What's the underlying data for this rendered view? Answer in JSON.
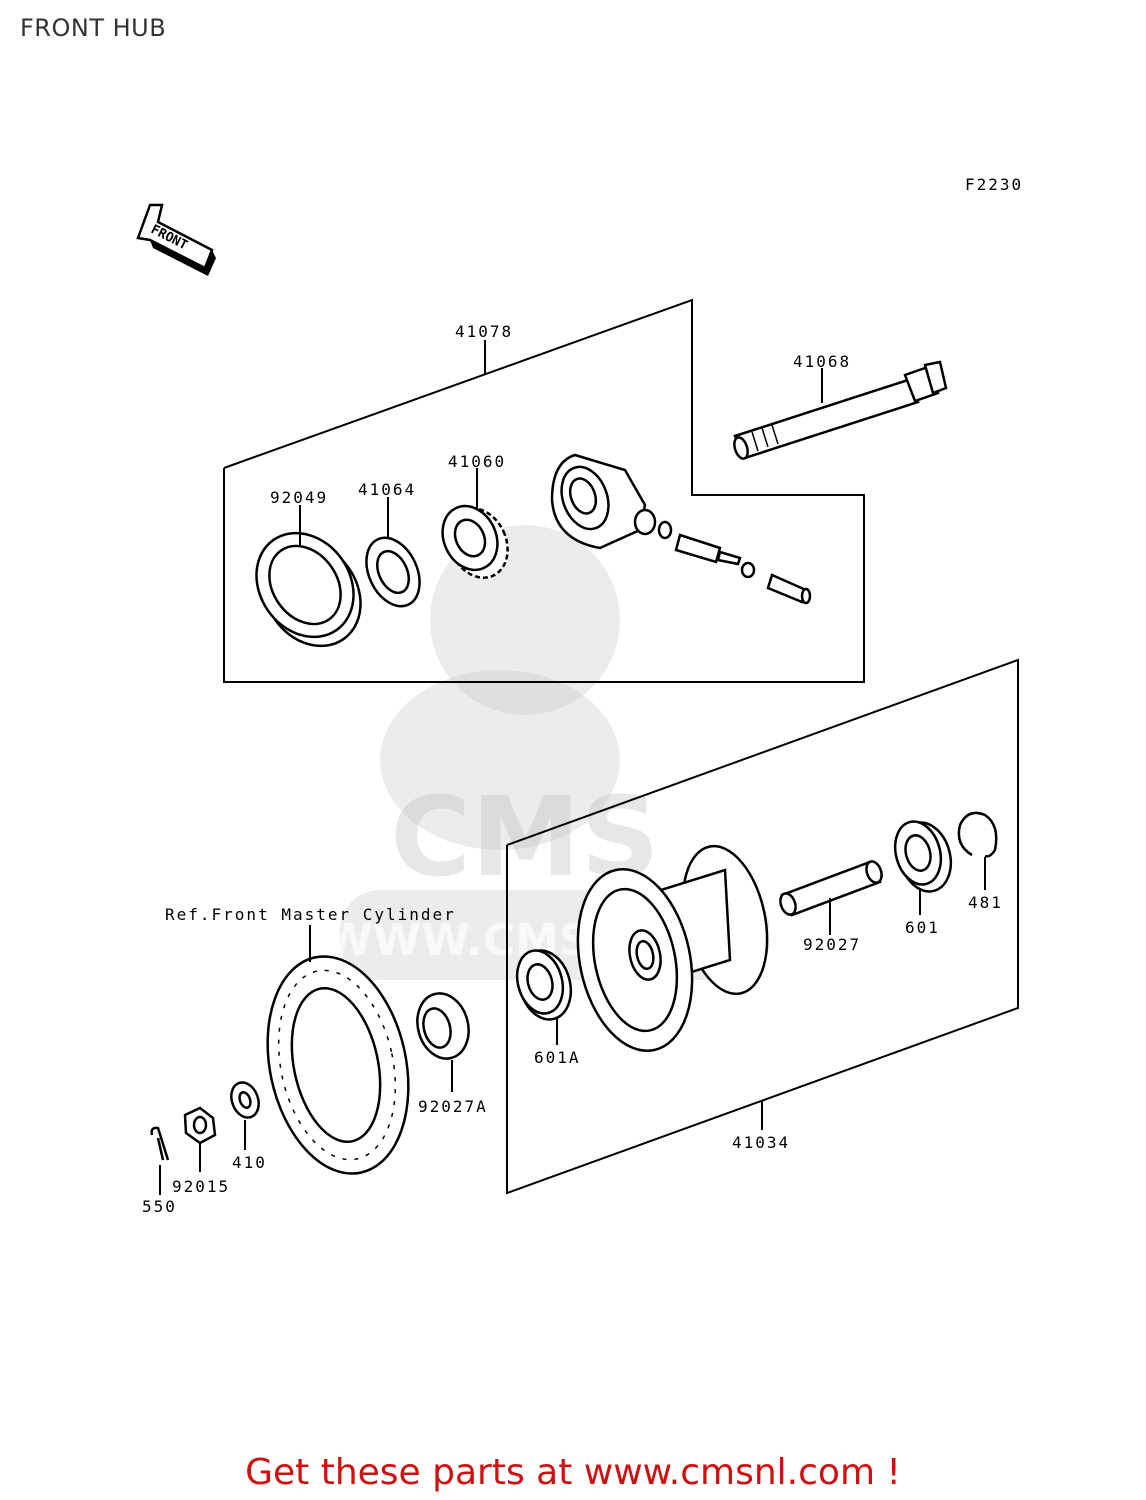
{
  "title": "FRONT HUB",
  "diagram_code": "F2230",
  "front_arrow_label": "FRONT",
  "watermark": {
    "brand": "CMS",
    "site": "WWW.CMSNL.COM"
  },
  "labels": {
    "p41078": "41078",
    "p41068": "41068",
    "p41060": "41060",
    "p41064": "41064",
    "p92049": "92049",
    "ref_master": "Ref.Front Master Cylinder",
    "p92027": "92027",
    "p601": "601",
    "p481": "481",
    "p601a": "601A",
    "p92027a": "92027A",
    "p41034": "41034",
    "p410": "410",
    "p92015": "92015",
    "p550": "550"
  },
  "promo_text": "Get these parts at www.cmsnl.com !",
  "colors": {
    "promo": "#d01010",
    "line": "#000000",
    "title": "#333333"
  }
}
